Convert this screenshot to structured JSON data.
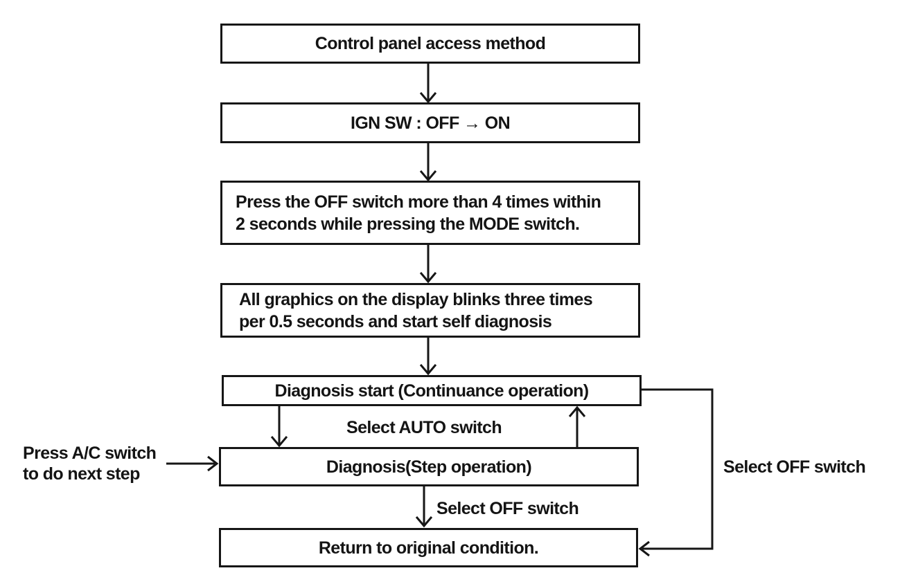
{
  "diagram": {
    "type": "flowchart",
    "title": "Control panel access method",
    "colors": {
      "ink": "#161616",
      "background": "#ffffff"
    },
    "nodes": {
      "access_method": {
        "text": "Control panel access method"
      },
      "ign_switch": {
        "text": "IGN SW : OFF → ON"
      },
      "press_off": {
        "line1": "Press the OFF switch more than 4 times within",
        "line2": "2 seconds while pressing the MODE switch."
      },
      "display_blink": {
        "line1": "All graphics on the display blinks three times",
        "line2": "per 0.5 seconds and start self diagnosis"
      },
      "diagnosis_start": {
        "text": "Diagnosis start (Continuance operation)"
      },
      "diagnosis_step": {
        "text": "Diagnosis(Step operation)"
      },
      "return_original": {
        "text": "Return to original condition."
      }
    },
    "edge_labels": {
      "select_auto": "Select AUTO switch",
      "select_off_step": "Select OFF switch",
      "select_off_right": "Select OFF switch",
      "press_ac_line1": "Press A/C switch",
      "press_ac_line2": "to do next step"
    }
  }
}
